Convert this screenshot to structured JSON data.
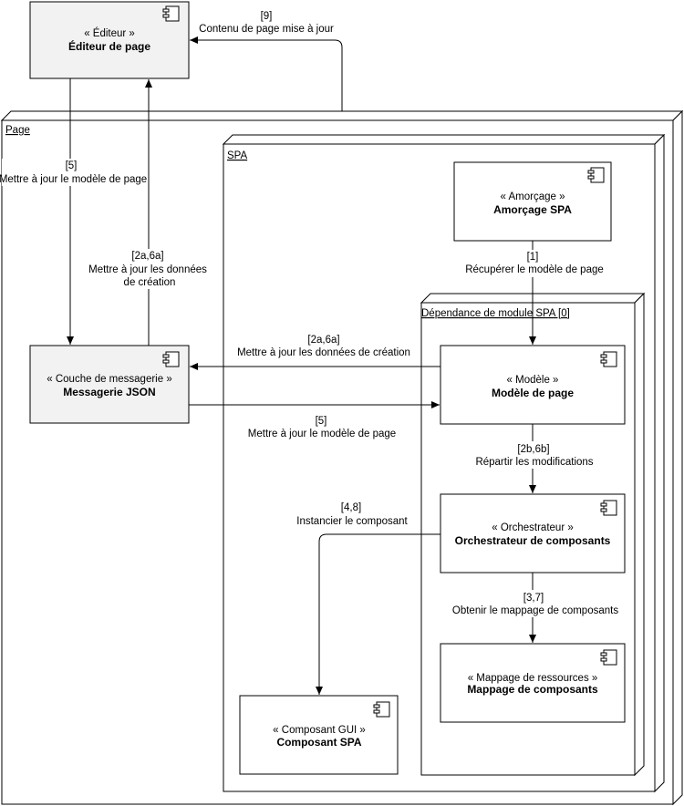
{
  "frames": {
    "page": "Page",
    "spa": "SPA",
    "module": "Dépendance de module SPA [0]"
  },
  "components": {
    "editor": {
      "stereotype": "« Éditeur »",
      "name": "Éditeur de page"
    },
    "messaging": {
      "stereotype": "« Couche de messagerie »",
      "name": "Messagerie JSON"
    },
    "bootstrap": {
      "stereotype": "« Amorçage »",
      "name": "Amorçage SPA"
    },
    "model": {
      "stereotype": "« Modèle »",
      "name": "Modèle de page"
    },
    "orchestrator": {
      "stereotype": "« Orchestrateur »",
      "name": "Orchestrateur de composants"
    },
    "mapping": {
      "stereotype": "« Mappage de ressources »",
      "name": "Mappage de composants"
    },
    "spa_component": {
      "stereotype": "« Composant GUI »",
      "name": "Composant SPA"
    }
  },
  "arrows": {
    "a9": {
      "step": "[9]",
      "text": "Contenu de page mise à jour"
    },
    "a5_left": {
      "step": "[5]",
      "text": "Mettre à jour le modèle de page"
    },
    "a2a6a_left": {
      "step": "[2a,6a]",
      "line1": "Mettre à jour les données",
      "line2": "de création"
    },
    "a1": {
      "step": "[1]",
      "text": "Récupérer le modèle de page"
    },
    "a2a6a_mid": {
      "step": "[2a,6a]",
      "text": "Mettre à jour les données de création"
    },
    "a5_mid": {
      "step": "[5]",
      "text": "Mettre à jour le modèle de page"
    },
    "a2b6b": {
      "step": "[2b,6b]",
      "text": "Répartir les modifications"
    },
    "a48": {
      "step": "[4,8]",
      "text": "Instancier le composant"
    },
    "a37": {
      "step": "[3,7]",
      "text": "Obtenir le mappage de composants"
    }
  }
}
